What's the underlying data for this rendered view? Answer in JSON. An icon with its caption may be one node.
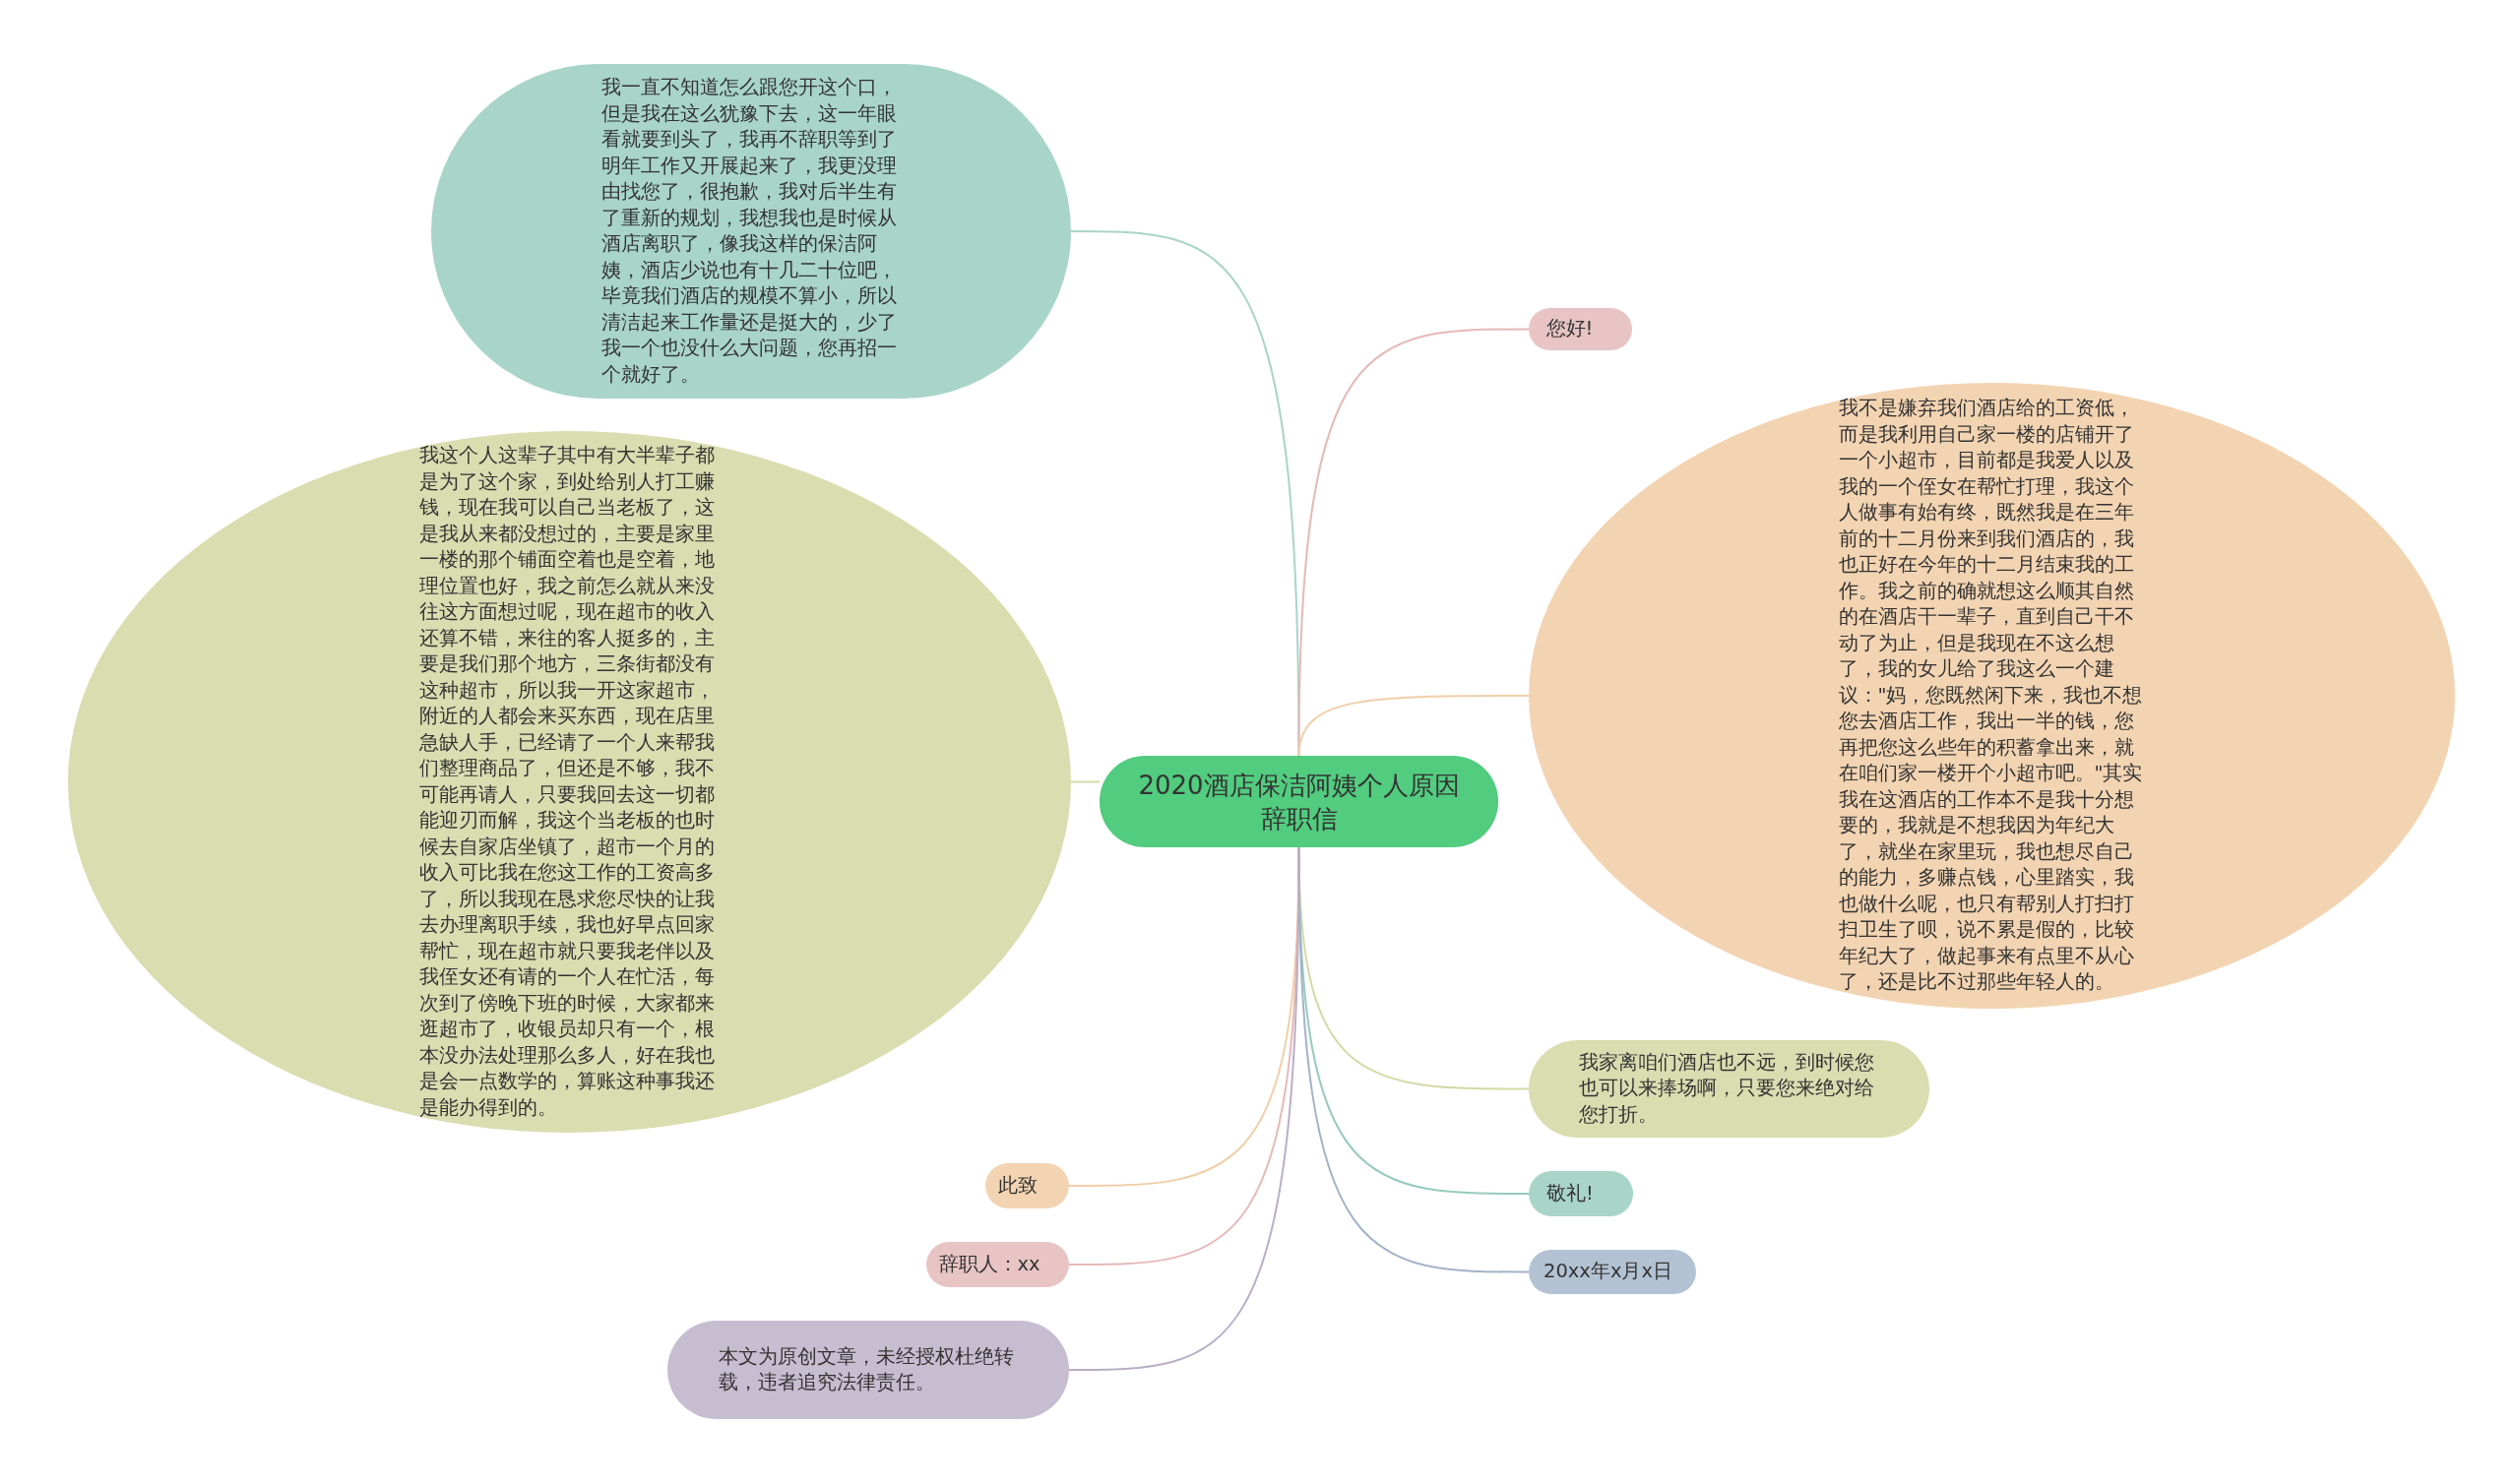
{
  "diagram": {
    "nodes": [
      {
        "text": [
          "2020酒店保洁阿姨个人原因辞职信"
        ]
      },
      {
        "text": [
          "我一直不知道怎么跟您开这个口，但是我在这么犹豫下去，这一年眼看就要到头了，我再不辞职等到了明年工作又开展起来了，我更没理由找您了，很抱歉，我对后半生有了重新的规划，我想我也是时候从酒店离职了，像我这样的保洁阿姨，酒店少说也有十几二十位吧，毕竟我们酒店的规模不算小，所以清洁起来工作量还是挺大的，少了我一个也没什么大问题，您再招一个就好了。"
        ]
      },
      {
        "text": [
          "您好!"
        ]
      },
      {
        "text": [
          "我不是嫌弃我们酒店给的工资低，而是我利用自己家一楼的店铺开了一个小超市，目前都是我爱人以及我的一个侄女在帮忙打理，我这个人做事有始有终，既然我是在三年前的十二月份来到我们酒店的，我也正好在今年的十二月结束我的工作。我之前的确就想这么顺其自然的在酒店干一辈子，直到自己干不动了为止，但是我现在不这么想了，我的女儿给了我这么一个建议：\"妈，您既然闲下来，我也不想您去酒店工作，我出一半的钱，您再把您这么些年的积蓄拿出来，就在咱们家一楼开个小超市吧。\"其实我在这酒店的工作本不是我十分想要的，我就是不想我因为年纪大了，就坐在家里玩，我也想尽自己的能力，多赚点钱，心里踏实，我也做什么呢，也只有帮别人打扫打扫卫生了呗，说不累是假的，比较年纪大了，做起事来有点里不从心了，还是比不过那些年轻人的。"
        ]
      },
      {
        "text": [
          "我这个人这辈子其中有大半辈子都是为了这个家，到处给别人打工赚钱，现在我可以自己当老板了，这是我从来都没想过的，主要是家里一楼的那个铺面空着也是空着，地理位置也好，我之前怎么就从来没往这方面想过呢，现在超市的收入还算不错，来往的客人挺多的，主要是我们那个地方，三条街都没有这种超市，所以我一开这家超市，附近的人都会来买东西，现在店里急缺人手，已经请了一个人来帮我们整理商品了，但还是不够，我不可能再请人，只要我回去这一切都能迎刃而解，我这个当老板的也时候去自家店坐镇了，超市一个月的收入可比我在您这工作的工资高多了，所以我现在恳求您尽快的让我去办理离职手续，我也好早点回家帮忙，现在超市就只要我老伴以及我侄女还有请的一个人在忙活，每次到了傍晚下班的时候，大家都来逛超市了，收银员却只有一个，根本没办法处理那么多人，好在我也是会一点数学的，算账这种事我还是能办得到的。"
        ]
      },
      {
        "text": [
          "我家离咱们酒店也不远，到时候您也可以来捧场啊，只要您来绝对给您打折。"
        ]
      },
      {
        "text": [
          "此致"
        ]
      },
      {
        "text": [
          "敬礼!"
        ]
      },
      {
        "text": [
          "辞职人：xx"
        ]
      },
      {
        "text": [
          "20xx年x月x日"
        ]
      },
      {
        "text": [
          "本文为原创文章，未经授权杜绝转载，违者追究法律责任。"
        ]
      }
    ],
    "edges": [
      {
        "from": 0,
        "to": 1,
        "arrow": "none",
        "color": "#a8d5c8"
      },
      {
        "from": 0,
        "to": 2,
        "arrow": "none",
        "color": "#e6b8b8"
      },
      {
        "from": 0,
        "to": 3,
        "arrow": "none",
        "color": "#f0cfa8"
      },
      {
        "from": 0,
        "to": 4,
        "arrow": "none",
        "color": "#d5d9a6"
      },
      {
        "from": 0,
        "to": 5,
        "arrow": "none",
        "color": "#d5d9a6"
      },
      {
        "from": 0,
        "to": 6,
        "arrow": "none",
        "color": "#f0cfa8"
      },
      {
        "from": 0,
        "to": 7,
        "arrow": "none",
        "color": "#96cbbd"
      },
      {
        "from": 0,
        "to": 8,
        "arrow": "none",
        "color": "#e6b8b8"
      },
      {
        "from": 0,
        "to": 9,
        "arrow": "none",
        "color": "#a3b3c8"
      },
      {
        "from": 0,
        "to": 10,
        "arrow": "none",
        "color": "#b9aec6"
      }
    ]
  }
}
